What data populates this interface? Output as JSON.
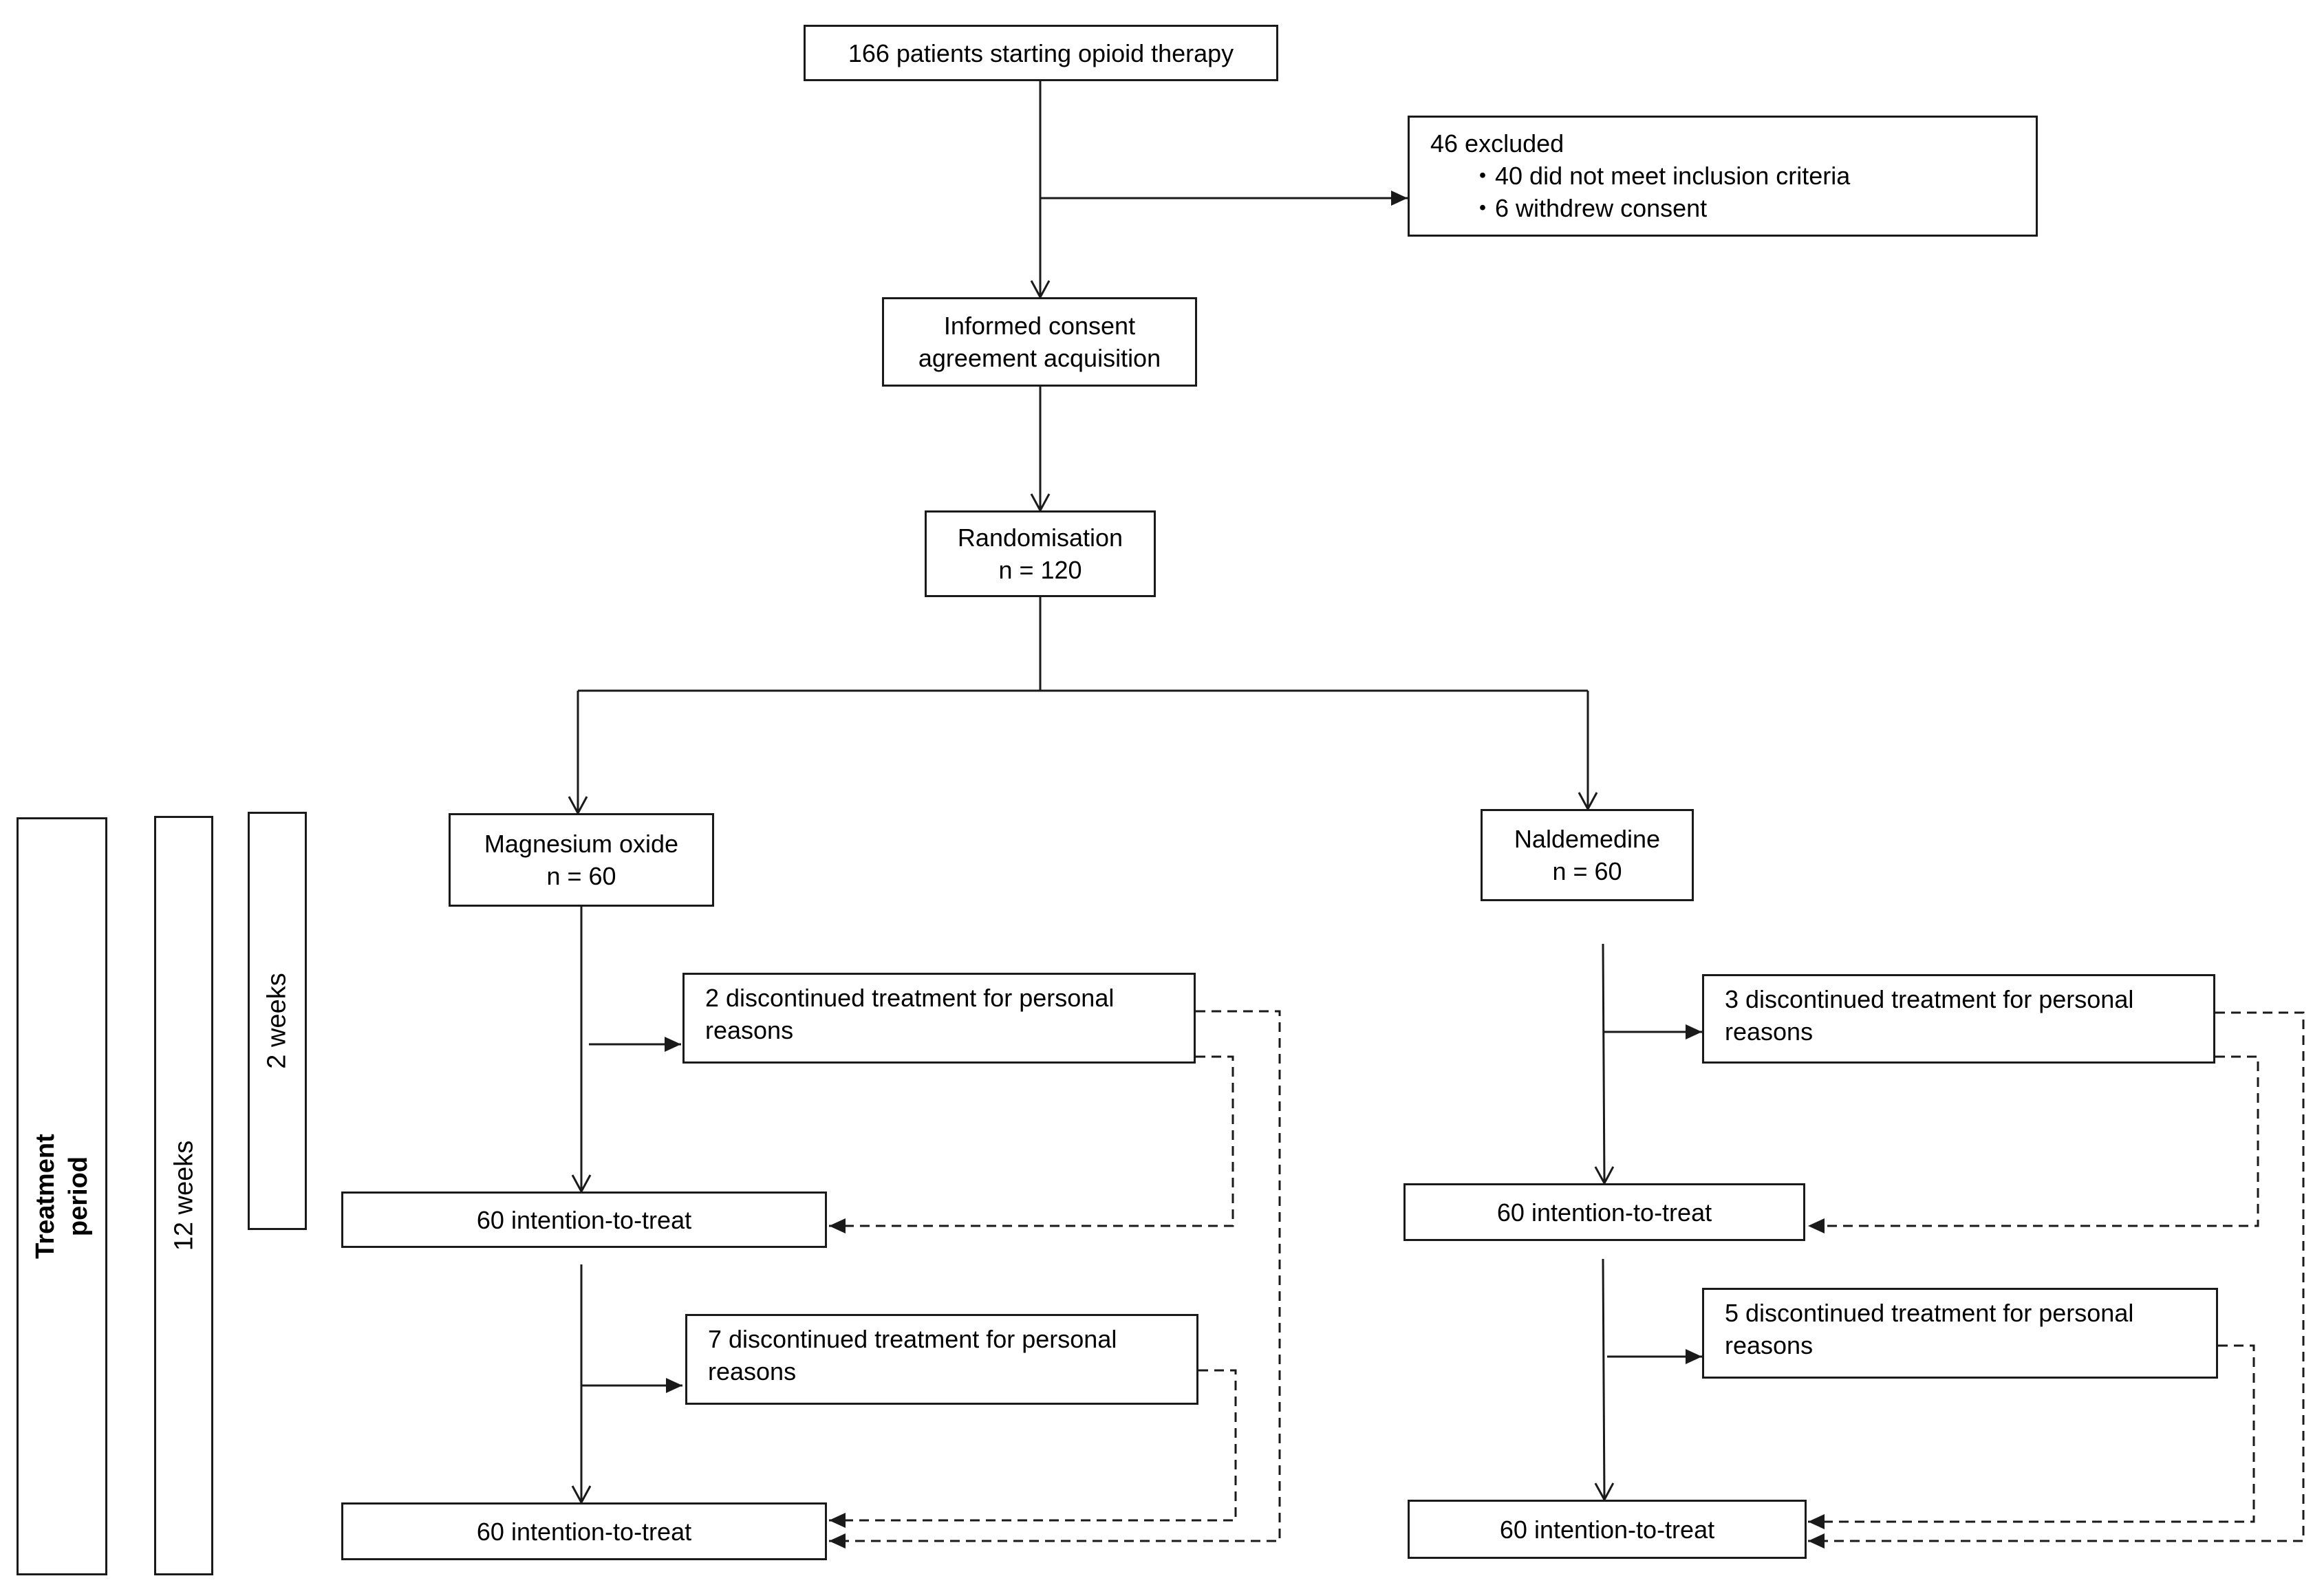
{
  "nodes": {
    "start": {
      "text": "166 patients starting opioid therapy"
    },
    "excluded": {
      "title": "46 excluded",
      "items": [
        "・40 did  not meet inclusion criteria",
        "・6 withdrew consent"
      ]
    },
    "consent": {
      "line1": "Informed consent",
      "line2": "agreement acquisition"
    },
    "randomisation": {
      "line1": "Randomisation",
      "line2": "n = 120"
    },
    "magnesium": {
      "line1": "Magnesium oxide",
      "line2": "n = 60"
    },
    "naldemedine": {
      "line1": "Naldemedine",
      "line2": "n = 60"
    },
    "mg_disc_1": {
      "line1": "2 discontinued treatment  for personal",
      "line2": "reasons"
    },
    "mg_disc_2": {
      "line1": "7 discontinued treatment  for personal",
      "line2": "reasons"
    },
    "nd_disc_1": {
      "line1": "3 discontinued treatment  for personal",
      "line2": "reasons"
    },
    "nd_disc_2": {
      "line1": "5 discontinued treatment  for personal",
      "line2": "reasons"
    },
    "mg_itt_1": {
      "text": "60 intention-to-treat"
    },
    "mg_itt_2": {
      "text": "60 intention-to-treat"
    },
    "nd_itt_1": {
      "text": "60 intention-to-treat"
    },
    "nd_itt_2": {
      "text": "60 intention-to-treat"
    }
  },
  "timeline": {
    "treatment_period": {
      "line1": "Treatment",
      "line2": "period"
    },
    "twelve_weeks": "12 weeks",
    "two_weeks": "2 weeks"
  },
  "colors": {
    "line": "#1a1a1a",
    "dashed": "#1a1a1a",
    "background": "#ffffff"
  }
}
